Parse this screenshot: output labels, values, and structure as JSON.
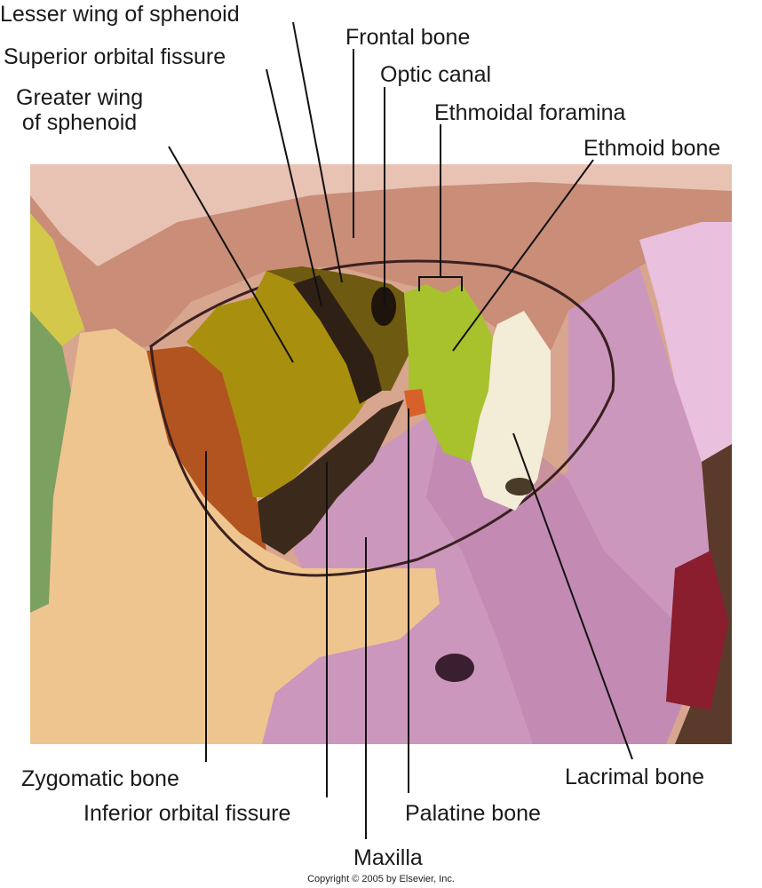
{
  "labels": {
    "lesser_wing": "Lesser wing of sphenoid",
    "superior_orbital_fissure": "Superior orbital fissure",
    "greater_wing": "Greater wing\nof sphenoid",
    "frontal_bone": "Frontal bone",
    "optic_canal": "Optic canal",
    "ethmoidal_foramina": "Ethmoidal foramina",
    "ethmoid_bone": "Ethmoid bone",
    "zygomatic_bone": "Zygomatic bone",
    "inferior_orbital_fissure": "Inferior orbital fissure",
    "maxilla": "Maxilla",
    "palatine_bone": "Palatine bone",
    "lacrimal_bone": "Lacrimal bone"
  },
  "copyright": "Copyright © 2005 by Elsevier, Inc.",
  "colors": {
    "frontal": "#c98d78",
    "frontal_light": "#e8c3b3",
    "greater_wing": "#a8900e",
    "lesser_wing": "#6e5a10",
    "fissure": "#3b2a1c",
    "ethmoid": "#a7c22c",
    "lacrimal": "#f3ecd6",
    "maxilla": "#cc97bd",
    "zygomatic": "#efc58f",
    "zygomatic_orbit": "#b2541f",
    "palatine": "#d8612a",
    "nasal": "#e9c0dd",
    "yellow_edge": "#d4c84a",
    "green_edge": "#7ca060",
    "dark_red": "#8a1e2e"
  }
}
